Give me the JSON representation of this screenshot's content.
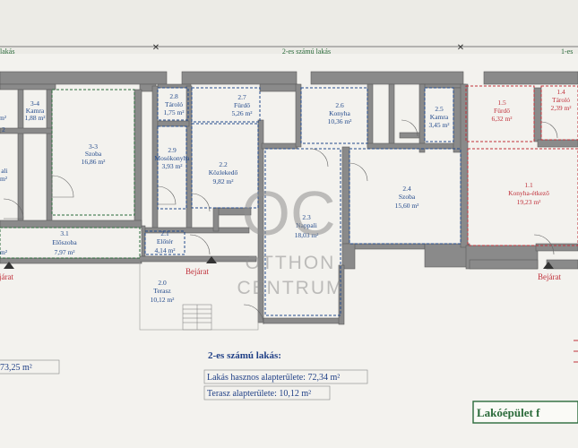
{
  "header": {
    "left_label": "lakás",
    "center_label": "2-es számú lakás",
    "right_label": "1-es"
  },
  "rooms": [
    {
      "num": "3-4",
      "name": "Kamra",
      "area": "1,88 m²"
    },
    {
      "num": "3-3",
      "name": "Szoba",
      "area": "16,86 m²"
    },
    {
      "num": "3.1",
      "name": "Előszoba",
      "area": "7,97 m²"
    },
    {
      "num": "2.8",
      "name": "Tároló",
      "area": "1,75 m²"
    },
    {
      "num": "2.7",
      "name": "Fürdő",
      "area": "5,26 m²"
    },
    {
      "num": "2.6",
      "name": "Konyha",
      "area": "10,36 m²"
    },
    {
      "num": "2.5",
      "name": "Kamra",
      "area": "3,45 m²"
    },
    {
      "num": "2.9",
      "name": "Mosókonyha",
      "area": "3,93 m²"
    },
    {
      "num": "2.2",
      "name": "Közlekedő",
      "area": "9,82 m²"
    },
    {
      "num": "2.3",
      "name": "Nappali",
      "area": "18,03 m²"
    },
    {
      "num": "2.4",
      "name": "Szoba",
      "area": "15,60 m²"
    },
    {
      "num": "2.1",
      "name": "Előtér",
      "area": "4,14 m²"
    },
    {
      "num": "2.0",
      "name": "Terasz",
      "area": "10,12 m²"
    },
    {
      "num": "1.5",
      "name": "Fürdő",
      "area": "6,32 m²"
    },
    {
      "num": "1.4",
      "name": "Tároló",
      "area": "2,39 m²"
    },
    {
      "num": "1.1",
      "name": "Konyha-étkező",
      "area": "19,23 m²"
    }
  ],
  "edge_fragments": {
    "left_a": "m²",
    "left_b": "ali",
    "left_c": "m²",
    "left_d": "m²",
    "left_e": "2"
  },
  "entrances": {
    "left": "járat",
    "center": "Bejárat",
    "right": "Bejárat"
  },
  "summary": {
    "title": "2-es számú lakás:",
    "usable_area": "Lakás hasznos alapterülete: 72,34 m²",
    "terrace_area": "Terasz alapterülete: 10,12 m²",
    "left_area": "73,25 m²"
  },
  "watermark": {
    "logo": "OC",
    "line1": "OTTHON",
    "line2": "CENTRUM"
  },
  "green_box_label": "Lakóépület f",
  "colors": {
    "unit2": "#234a8c",
    "unit1": "#c0313b",
    "unit3": "#2a6a3a",
    "wall": "#6b6b6b",
    "wall_fill": "#8a8a8a"
  }
}
